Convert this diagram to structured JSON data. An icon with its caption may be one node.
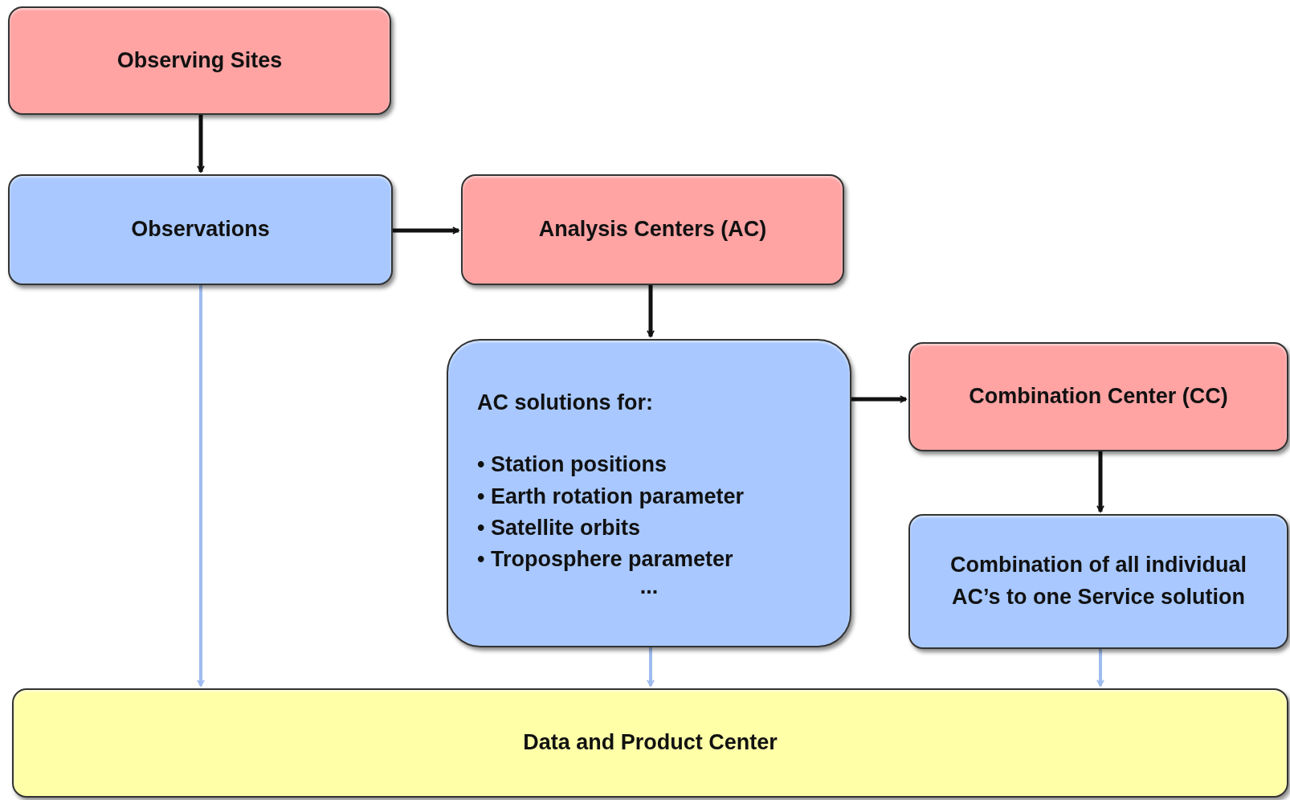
{
  "diagram": {
    "nodes": [
      {
        "text": [
          "Observing Sites"
        ]
      },
      {
        "text": [
          "Observations"
        ]
      },
      {
        "text": [
          "Analysis Centers (AC)"
        ]
      },
      {
        "text": [
          "AC solutions for:",
          "• Station positions",
          "• Earth rotation parameter",
          "• Satellite orbits",
          "• Troposphere parameter",
          "..."
        ]
      },
      {
        "text": [
          "Combination Center (CC)"
        ]
      },
      {
        "text": [
          "Combination of all individual AC’s to one Service solution"
        ]
      },
      {
        "text": [
          "Data and Product Center"
        ]
      }
    ],
    "edges": [
      {
        "from": 0,
        "to": 1,
        "arrow": "to"
      },
      {
        "from": 1,
        "to": 2,
        "arrow": "to"
      },
      {
        "from": 2,
        "to": 3,
        "arrow": "to"
      },
      {
        "from": 3,
        "to": 4,
        "arrow": "to"
      },
      {
        "from": 4,
        "to": 5,
        "arrow": "to"
      },
      {
        "from": 1,
        "to": 6,
        "arrow": "to",
        "color": "#9fbcf0"
      },
      {
        "from": 3,
        "to": 6,
        "arrow": "to",
        "color": "#9fbcf0"
      },
      {
        "from": 5,
        "to": 6,
        "arrow": "to",
        "color": "#9fbcf0"
      }
    ]
  }
}
